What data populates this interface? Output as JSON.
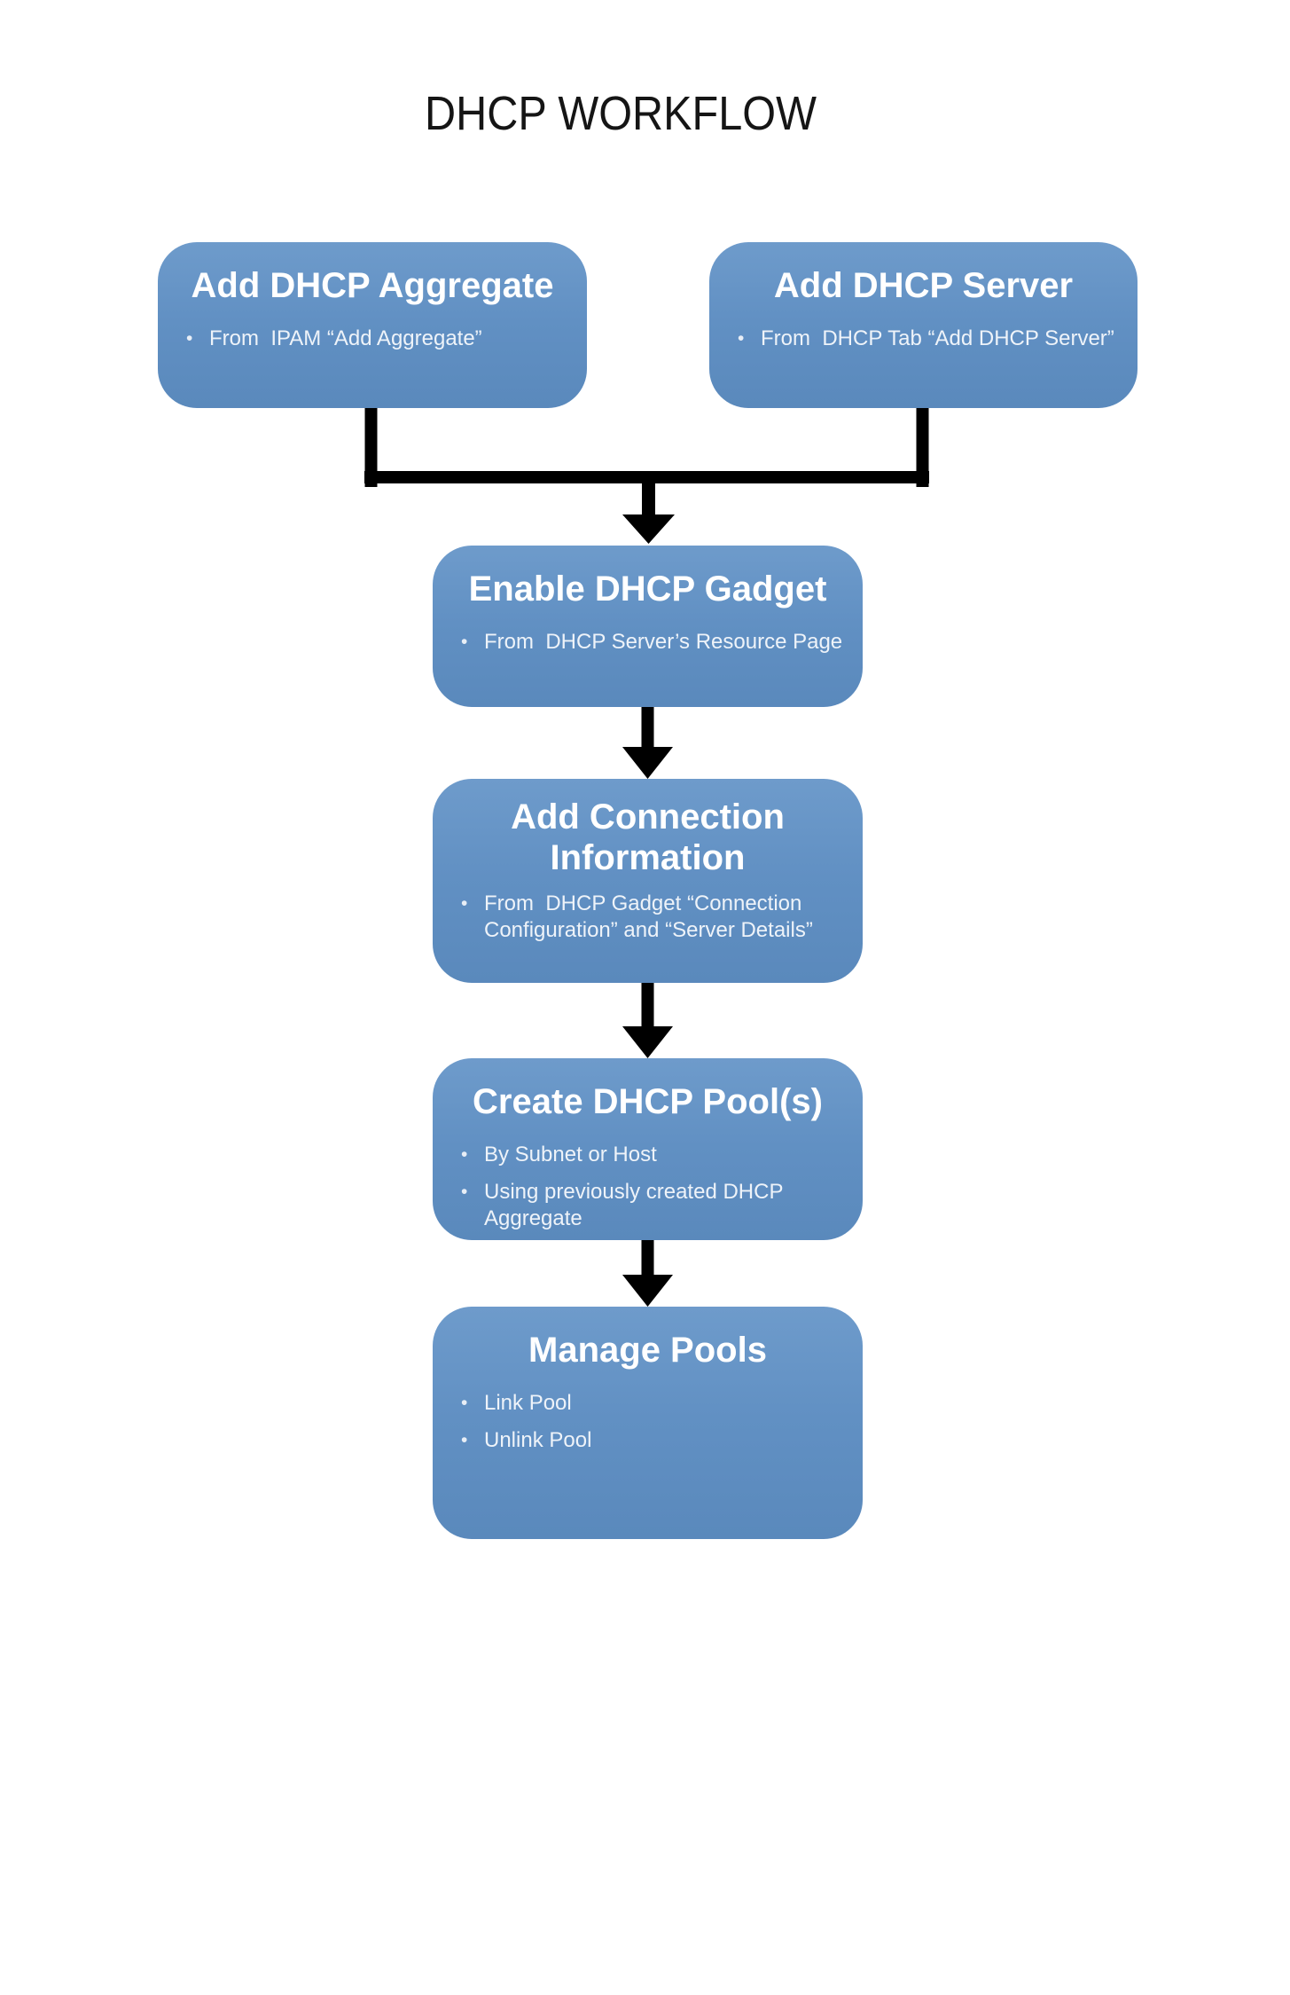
{
  "title": "DHCP WORKFLOW",
  "glyphs": {
    "bullet": "•"
  },
  "colors": {
    "box_fill": "#6190c3",
    "box_fill_light": "#6e9bcb",
    "box_fill_dark": "#5a89bc",
    "connector": "#000000",
    "heading_text": "#ffffff",
    "bullet_text": "#eef3f9",
    "page_background": "#ffffff",
    "title_text": "#151515"
  },
  "boxes": {
    "add_dhcp_aggregate": {
      "title": "Add DHCP Aggregate",
      "bullets": [
        "From  IPAM “Add Aggregate”"
      ]
    },
    "add_dhcp_server": {
      "title": "Add DHCP Server",
      "bullets": [
        "From  DHCP Tab “Add DHCP Server”"
      ]
    },
    "enable_dhcp_gadget": {
      "title": "Enable DHCP Gadget",
      "bullets": [
        "From  DHCP Server’s Resource Page"
      ]
    },
    "add_connection_information": {
      "title": "Add Connection Information",
      "bullets": [
        "From  DHCP Gadget “Connection Configuration” and “Server Details”"
      ]
    },
    "create_dhcp_pools": {
      "title": "Create DHCP Pool(s)",
      "bullets": [
        "By Subnet or Host",
        "Using previously created DHCP Aggregate"
      ]
    },
    "manage_pools": {
      "title": "Manage Pools",
      "bullets": [
        "Link Pool",
        "Unlink Pool"
      ]
    }
  }
}
